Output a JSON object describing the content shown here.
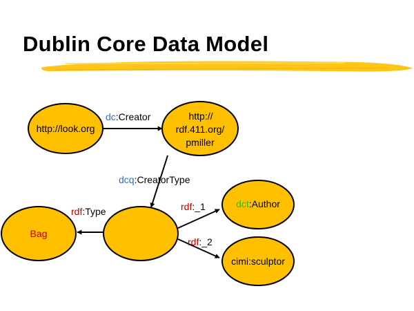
{
  "title": "Dublin Core Data Model",
  "colors": {
    "node_fill": "#ffc000",
    "node_stroke": "#000000",
    "underline": "#ffc000",
    "prefix_dc": "#3d6bb3",
    "prefix_rdf": "#c00000",
    "prefix_dct": "#22c21f"
  },
  "nodes": {
    "look": {
      "text": "http://look.org"
    },
    "pmiller": {
      "lines": [
        "http://",
        "rdf.411.org/",
        "pmiller"
      ]
    },
    "blank": {
      "text": ""
    },
    "bag": {
      "text": "Bag",
      "color": "#c00000"
    },
    "author": {
      "prefix": "dct",
      "local": ":Author"
    },
    "sculptor": {
      "text": "cimi:sculptor"
    }
  },
  "edges": {
    "creator": {
      "prefix": "dc",
      "local": ":Creator"
    },
    "creator_type": {
      "prefix": "dcq",
      "local": ":CreatorType"
    },
    "type": {
      "prefix": "rdf",
      "local": ":Type"
    },
    "member1": {
      "prefix": "rdf",
      "local": ":_1"
    },
    "member2": {
      "prefix": "rdf",
      "local": ":_2"
    }
  }
}
